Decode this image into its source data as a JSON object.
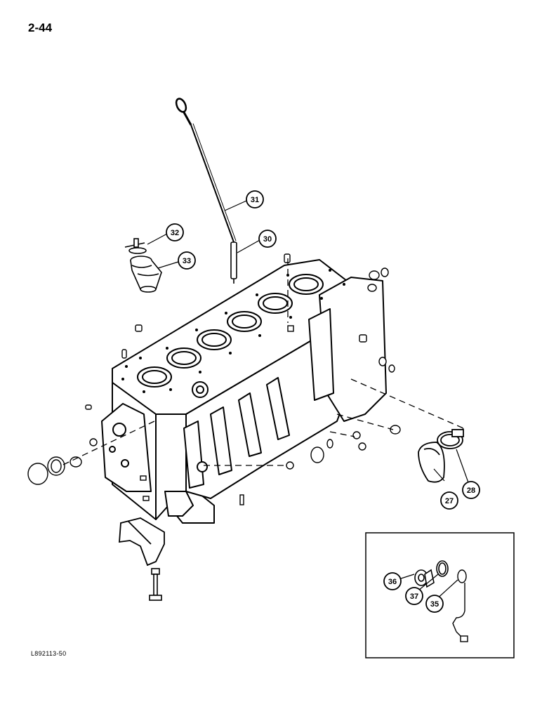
{
  "page": {
    "number": "2-44",
    "figure_code": "L892113-50"
  },
  "callouts": {
    "c27": "27",
    "c28": "28",
    "c30": "30",
    "c31": "31",
    "c32": "32",
    "c33": "33",
    "c35": "35",
    "c36": "36",
    "c37": "37"
  }
}
